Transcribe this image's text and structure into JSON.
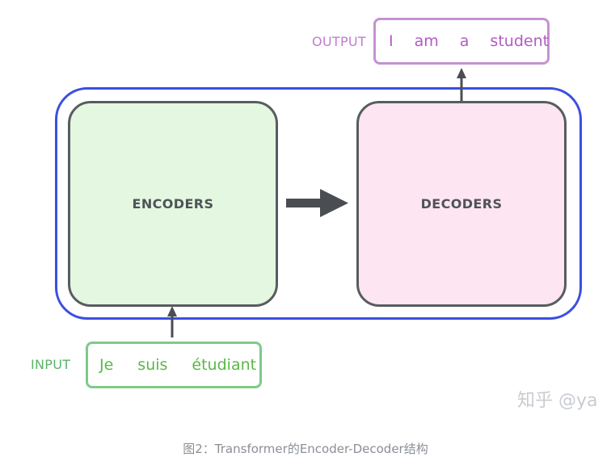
{
  "diagram": {
    "output_label": "OUTPUT",
    "output_tokens": [
      "I",
      "am",
      "a",
      "student"
    ],
    "input_label": "INPUT",
    "input_tokens": [
      "Je",
      "suis",
      "étudiant"
    ],
    "encoder_label": "ENCODERS",
    "decoder_label": "DECODERS",
    "colors": {
      "outer_frame": "#3c4fe0",
      "encoder_fill": "#e3f7e1",
      "decoder_fill": "#fde5f2",
      "box_border": "#585c60",
      "output_text": "#b25bc4",
      "input_text": "#59b845",
      "arrow": "#4a4e53"
    }
  },
  "watermark": "知乎 @ya",
  "caption": "图2：Transformer的Encoder-Decoder结构"
}
